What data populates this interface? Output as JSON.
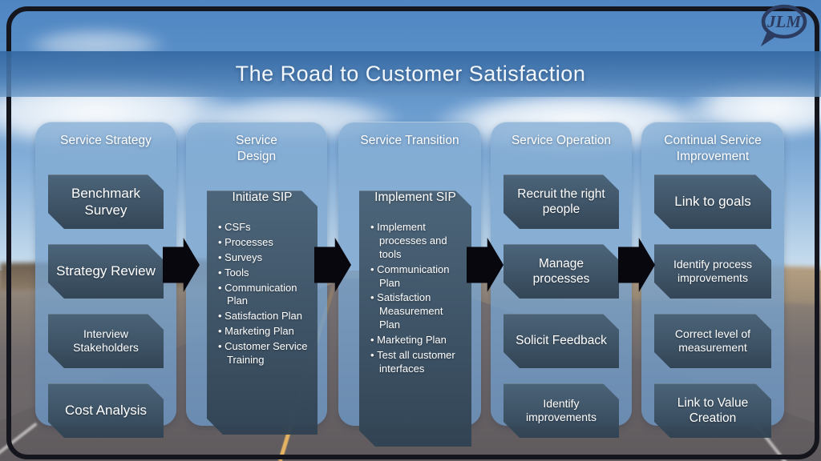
{
  "title": "The Road to Customer Satisfaction",
  "logo": {
    "text": "JLM"
  },
  "columns": [
    {
      "header": "Service Strategy",
      "boxes": [
        "Benchmark Survey",
        "Strategy Review",
        "Interview Stakeholders",
        "Cost Analysis"
      ]
    },
    {
      "header": "Service Design",
      "panel": {
        "heading": "Initiate SIP",
        "bullets": [
          "CSFs",
          "Processes",
          "Surveys",
          "Tools",
          "Communication Plan",
          "Satisfaction Plan",
          "Marketing Plan",
          "Customer Service Training"
        ]
      }
    },
    {
      "header": "Service Transition",
      "panel": {
        "heading": "Implement SIP",
        "bullets": [
          "Implement processes and tools",
          "Communication Plan",
          "Satisfaction Measurement Plan",
          "Marketing Plan",
          "Test all customer interfaces"
        ]
      }
    },
    {
      "header": "Service Operation",
      "boxes": [
        "Recruit the right people",
        "Manage processes",
        "Solicit Feedback",
        "Identify improvements"
      ]
    },
    {
      "header": "Continual Service Improvement",
      "boxes": [
        "Link to goals",
        "Identify process improvements",
        "Correct level of measurement",
        "Link to Value Creation"
      ]
    }
  ],
  "colors": {
    "title_band": "#4a7cb2",
    "panel": "#7ea6cf",
    "stage_box": "#3e5468",
    "arrow": "#07070d",
    "frame": "#14151d",
    "title_text": "#f2f7fc",
    "logo_ink": "#2c3b60"
  }
}
